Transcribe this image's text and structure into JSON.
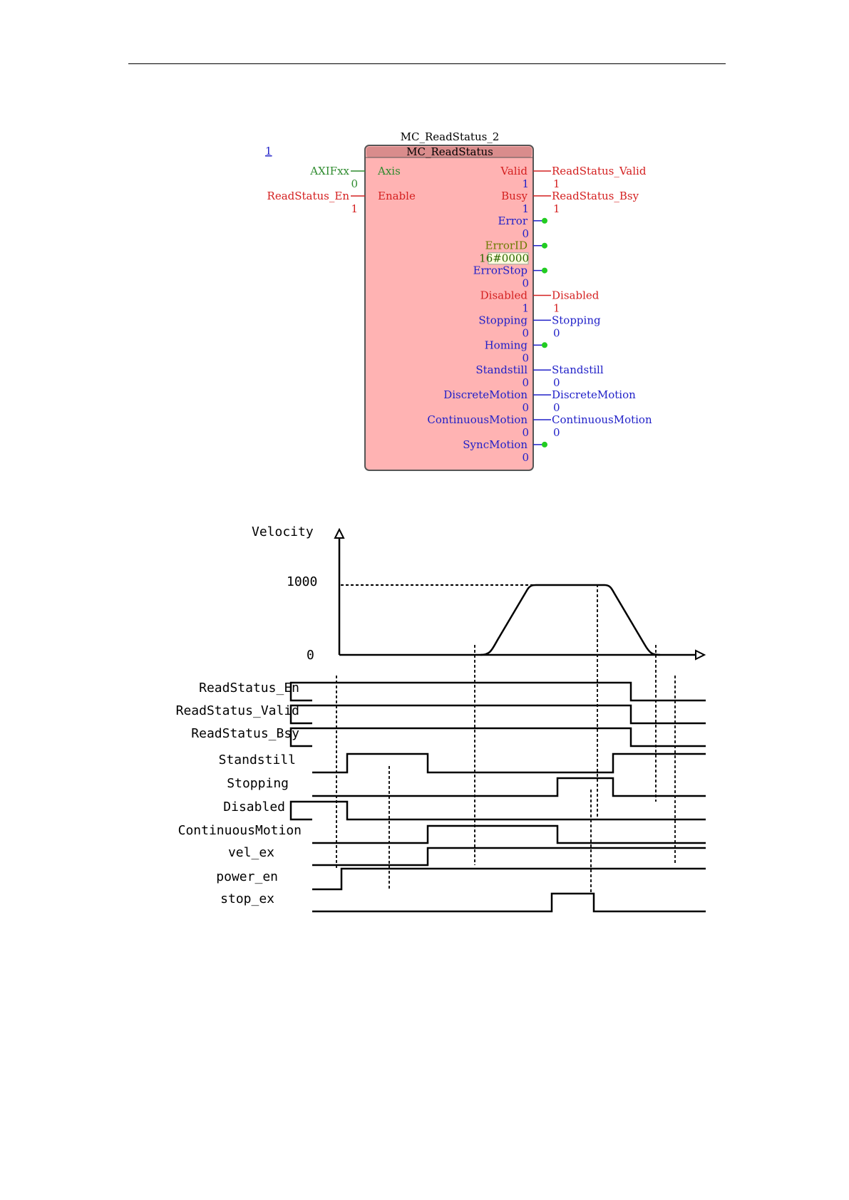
{
  "colors": {
    "block_fill": "#ffb3b3",
    "block_header": "#d98c8c",
    "green": "#2e8b2e",
    "red": "#d42020",
    "blue": "#2020c8",
    "dark_green": "#6b7a00",
    "dot_green": "#22cc22"
  },
  "block": {
    "instance_name": "MC_ReadStatus_2",
    "type_name": "MC_ReadStatus",
    "network_number": "1",
    "inputs": [
      {
        "pin": "Axis",
        "var": "AXIFxx",
        "value": "0",
        "color": "#2e8b2e"
      },
      {
        "pin": "Enable",
        "var": "ReadStatus_En",
        "value": "1",
        "color": "#d42020"
      }
    ],
    "outputs": [
      {
        "pin": "Valid",
        "var": "ReadStatus_Valid",
        "value": "1",
        "pin_color": "#d42020",
        "var_color": "#d42020",
        "connected": true
      },
      {
        "pin": "Busy",
        "var": "ReadStatus_Bsy",
        "value": "1",
        "pin_color": "#d42020",
        "var_color": "#d42020",
        "connected": true
      },
      {
        "pin": "Error",
        "var": "",
        "value": "0",
        "pin_color": "#2020c8",
        "connected": false
      },
      {
        "pin": "ErrorID",
        "var": "",
        "value": "16#0000",
        "pin_color": "#6b7a00",
        "connected": false,
        "boxed": true
      },
      {
        "pin": "ErrorStop",
        "var": "",
        "value": "0",
        "pin_color": "#2020c8",
        "connected": false
      },
      {
        "pin": "Disabled",
        "var": "Disabled",
        "value": "1",
        "pin_color": "#d42020",
        "var_color": "#d42020",
        "connected": true
      },
      {
        "pin": "Stopping",
        "var": "Stopping",
        "value": "0",
        "pin_color": "#2020c8",
        "var_color": "#2020c8",
        "connected": true
      },
      {
        "pin": "Homing",
        "var": "",
        "value": "0",
        "pin_color": "#2020c8",
        "connected": false
      },
      {
        "pin": "Standstill",
        "var": "Standstill",
        "value": "0",
        "pin_color": "#2020c8",
        "var_color": "#2020c8",
        "connected": true
      },
      {
        "pin": "DiscreteMotion",
        "var": "DiscreteMotion",
        "value": "0",
        "pin_color": "#2020c8",
        "var_color": "#2020c8",
        "connected": true
      },
      {
        "pin": "ContinuousMotion",
        "var": "ContinuousMotion",
        "value": "0",
        "pin_color": "#2020c8",
        "var_color": "#2020c8",
        "connected": true
      },
      {
        "pin": "SyncMotion",
        "var": "",
        "value": "0",
        "pin_color": "#2020c8",
        "connected": false
      }
    ]
  },
  "timing": {
    "velocity_label": "Velocity",
    "y_tick_high": "1000",
    "y_tick_zero": "0",
    "signals": [
      {
        "name": "ReadStatus_En",
        "edges": [
          408,
          885
        ],
        "initial": 0
      },
      {
        "name": "ReadStatus_Valid",
        "edges": [
          408,
          885
        ],
        "initial": 0
      },
      {
        "name": "ReadStatus_Bsy",
        "edges": [
          408,
          885
        ],
        "initial": 0
      },
      {
        "name": "Standstill",
        "edges": [
          487,
          600,
          860
        ],
        "initial": 0
      },
      {
        "name": "Stopping",
        "edges": [
          782,
          860
        ],
        "initial": 0
      },
      {
        "name": "Disabled",
        "edges": [
          408,
          487
        ],
        "initial": 0
      },
      {
        "name": "ContinuousMotion",
        "edges": [
          600,
          782
        ],
        "initial": 0
      },
      {
        "name": "vel_ex",
        "edges": [
          600
        ],
        "initial": 0
      },
      {
        "name": "power_en",
        "edges": [
          479
        ],
        "initial": 0
      },
      {
        "name": "stop_ex",
        "edges": [
          774,
          833
        ],
        "initial": 0
      }
    ]
  }
}
